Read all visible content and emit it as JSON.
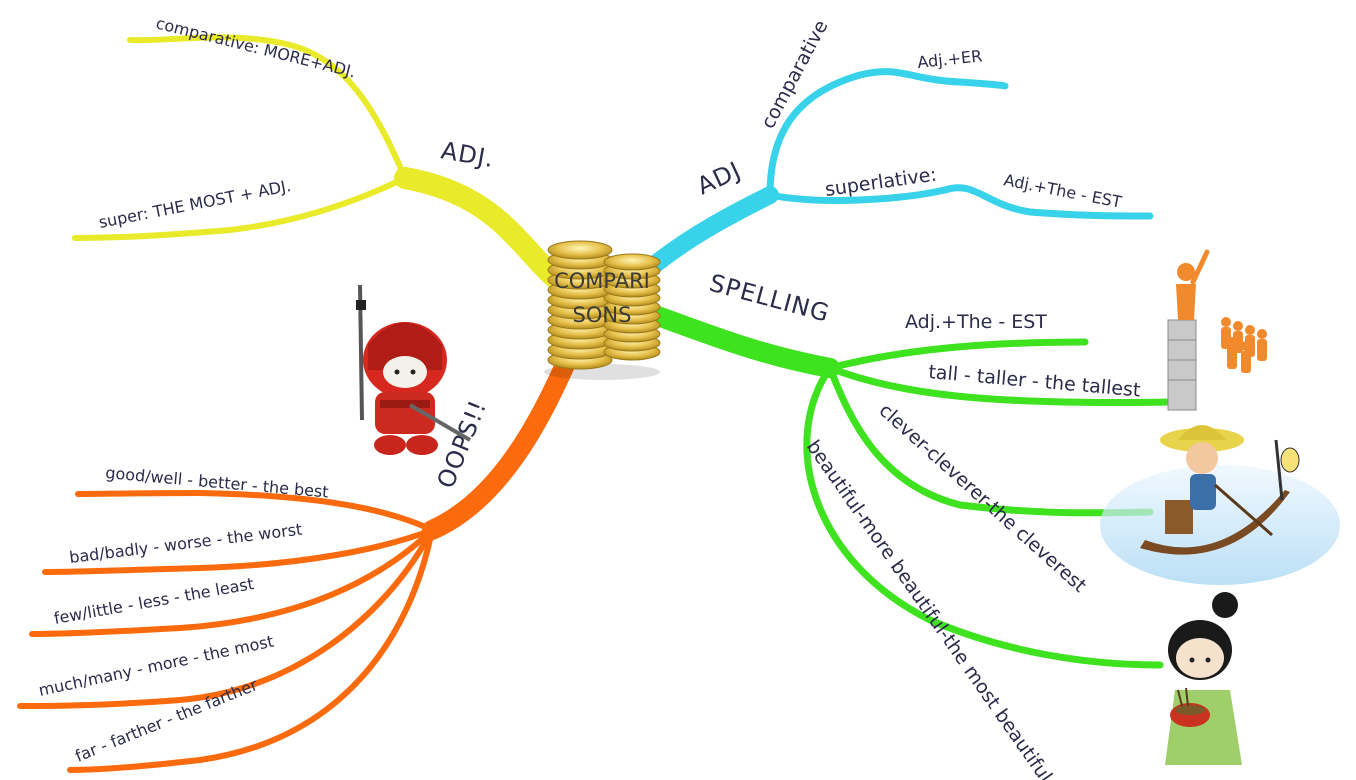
{
  "center": {
    "line1": "COMPARI",
    "line2": "SONS"
  },
  "colors": {
    "yellow": "#e8ea2a",
    "cyan": "#38d3ea",
    "green": "#3ee21f",
    "orange": "#fb6a0c",
    "text": "#2b2b4a"
  },
  "branches": {
    "adj_yellow": {
      "title": "ADJ.",
      "items": [
        "comparative: MORE+ADJ.",
        "super: THE MOST + ADJ."
      ]
    },
    "adj_cyan": {
      "title": "ADJ",
      "comparative": "comparative",
      "comparative_rule": "Adj.+ER",
      "superlative": "superlative:",
      "superlative_rule": "Adj.+The - EST"
    },
    "spelling": {
      "title": "SPELLING",
      "items": [
        "Adj.+The - EST",
        "tall - taller - the tallest",
        "clever-cleverer-the cleverest",
        "beautiful-more beautiful-the most beautiful"
      ]
    },
    "oops": {
      "title": "OOPS!!",
      "items": [
        "good/well - better - the best",
        "bad/badly - worse - the worst",
        "few/little - less - the least",
        "much/many - more - the most",
        "far - farther - the farther"
      ]
    }
  },
  "icons": [
    "coin-stack-icon",
    "samurai-icon",
    "leader-figure-icon",
    "boat-man-icon",
    "girl-bowl-icon"
  ]
}
